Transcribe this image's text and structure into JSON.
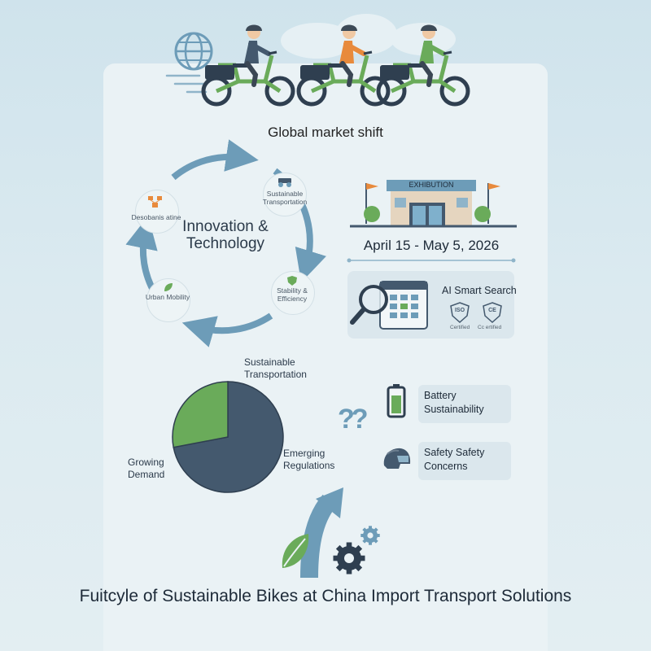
{
  "header": {
    "caption": "Global market shift"
  },
  "cycle": {
    "title": "Innovation & Technology",
    "nodes": [
      {
        "label": "Desobanis atine",
        "icon": "network-icon"
      },
      {
        "label": "Sustainable Transportation",
        "icon": "ebike-icon"
      },
      {
        "label": "Stability & Efficiency",
        "icon": "shield-icon"
      },
      {
        "label": "Urban Mobility",
        "icon": "leaf-icon"
      }
    ]
  },
  "exhibition": {
    "building_sign": "EXHIBUTION",
    "dates": "April 15 - May 5, 2026"
  },
  "search": {
    "title": "AI Smart Search",
    "badges": [
      {
        "mark": "ISO",
        "caption": "Certified"
      },
      {
        "mark": "CE",
        "caption": "Cc ertified"
      }
    ]
  },
  "chart_data": {
    "type": "pie",
    "title": "",
    "slices": [
      {
        "label": "Sustainable Transportation",
        "value": 72,
        "color": "#44596e"
      },
      {
        "label": "Growing Demand",
        "value": 28,
        "color": "#6aab5a"
      }
    ],
    "annotations": [
      "Emerging Regulations"
    ]
  },
  "concerns": {
    "question_marks": "??",
    "battery": {
      "text": "Battery Sustainability",
      "icon": "battery-icon"
    },
    "safety": {
      "text": "Safety Safety Concerns",
      "icon": "helmet-icon"
    }
  },
  "footer": {
    "title": "Fuitcyle of Sustainable Bikes at China Import Transport Solutions"
  },
  "colors": {
    "accent_blue": "#6d9cb8",
    "dark_slate": "#44596e",
    "green": "#6aab5a",
    "orange": "#e88a3c"
  }
}
